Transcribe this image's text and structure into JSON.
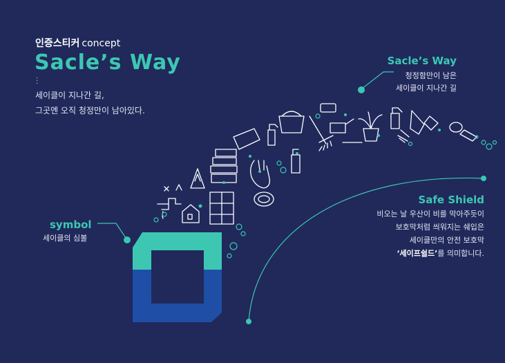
{
  "header": {
    "kicker_bold": "인증스티커",
    "kicker_light": "concept",
    "title": "Sacle’s Way",
    "intro_line1": "세이클이 지나간 길,",
    "intro_line2": "그곳엔 오직 청정만이 남아있다."
  },
  "callouts": {
    "way": {
      "title": "Sacle’s Way",
      "line1": "청정함만이 남은",
      "line2": "세이클이 지나간 길"
    },
    "symbol": {
      "title": "symbol",
      "line1": "세이클의 심볼"
    },
    "shield": {
      "title": "Safe Shield",
      "line1": "비오는 날 우산이 비를 막아주듯이",
      "line2": "보호막처럼 씌워지는 쉐입은",
      "line3": "세이클만의 안전 보호막",
      "line4_bold": "‘세이프쉴드’",
      "line4_rest": "를 의미합니다."
    }
  },
  "colors": {
    "background": "#20295a",
    "teal": "#3dc7b3",
    "blue": "#1e4ea6",
    "line": "#ffffff"
  },
  "icons": [
    "sparkle-icon",
    "faucet-icon",
    "wet-floor-sign-icon",
    "house-icon",
    "sponge-stack-icon",
    "ladder-icon",
    "glove-icon",
    "plate-icon",
    "spray-bottle-icon",
    "bucket-icon",
    "rake-icon",
    "watering-can-icon",
    "potted-plant-icon",
    "squeegee-icon",
    "brush-icon",
    "bubbles-icon"
  ]
}
